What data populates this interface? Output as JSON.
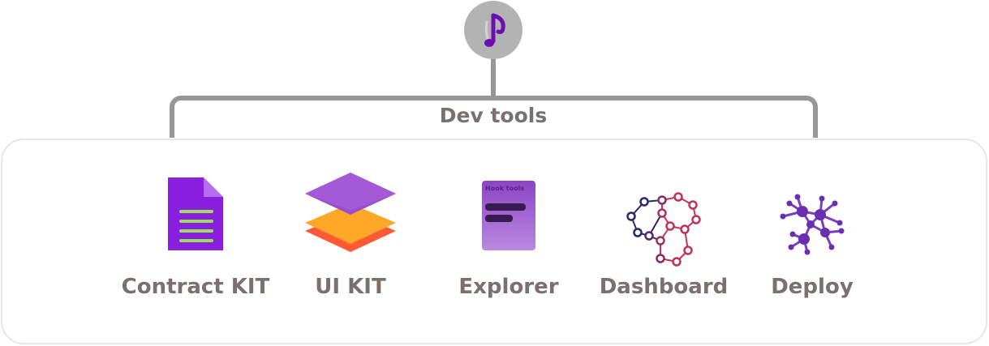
{
  "header": {
    "section_title": "Dev tools"
  },
  "tools": [
    {
      "label": "Contract KIT",
      "icon": "document-icon"
    },
    {
      "label": "UI KIT",
      "icon": "layers-icon"
    },
    {
      "label": "Explorer",
      "icon": "explorer-card-icon",
      "card_text": "Hook tools"
    },
    {
      "label": "Dashboard",
      "icon": "network-graph-icon"
    },
    {
      "label": "Deploy",
      "icon": "molecule-icon"
    }
  ],
  "colors": {
    "connector": "#979797",
    "label": "#7a706d",
    "accent": "#8a1fe0",
    "panel_border": "#e8e6e6"
  }
}
